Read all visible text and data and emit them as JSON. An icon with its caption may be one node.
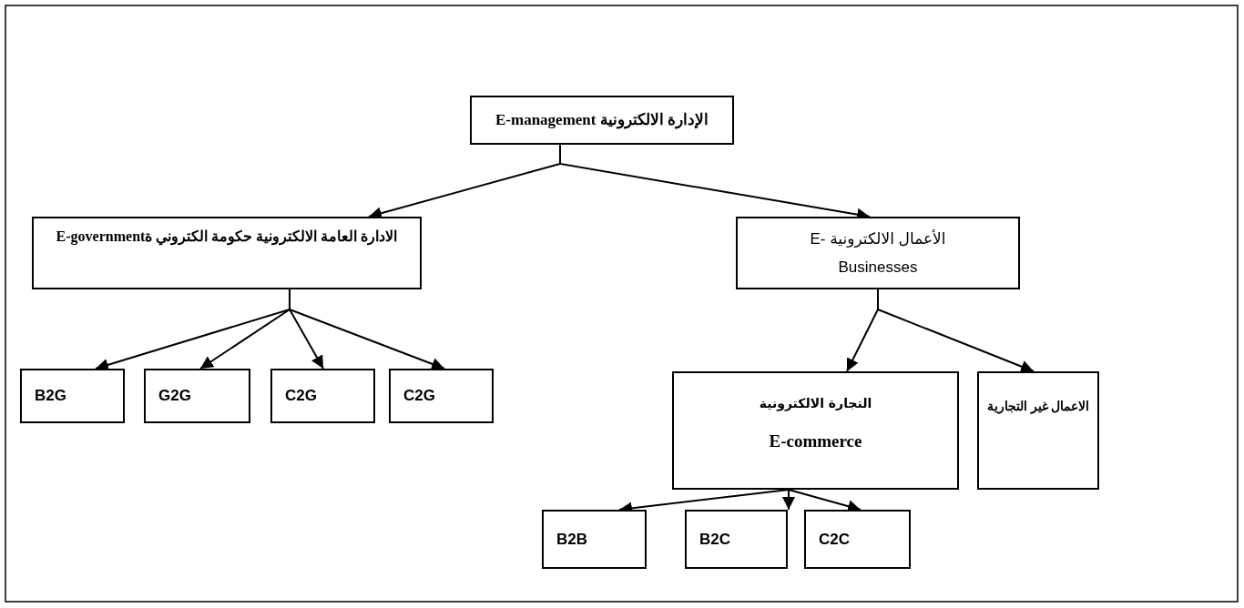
{
  "diagram": {
    "nodes": [
      {
        "text": [
          "الإدارة الالكترونية E-management"
        ]
      },
      {
        "text": [
          "الادارة العامة الالكترونية  حكومة الكتروني ةE-government"
        ]
      },
      {
        "text": [
          "الأعمال الالكترونية -E Businesses"
        ]
      },
      {
        "text": [
          "B2G"
        ]
      },
      {
        "text": [
          "G2G"
        ]
      },
      {
        "text": [
          "C2G"
        ]
      },
      {
        "text": [
          "C2G"
        ]
      },
      {
        "text": [
          "التجارة الالكترونية",
          "E-commerce"
        ]
      },
      {
        "text": [
          "الاعمال غير التجارية"
        ]
      },
      {
        "text": [
          "B2B"
        ]
      },
      {
        "text": [
          "B2C"
        ]
      },
      {
        "text": [
          "C2C"
        ]
      }
    ],
    "edges": [
      {
        "from": 0,
        "to": 1,
        "arrow": "to"
      },
      {
        "from": 0,
        "to": 2,
        "arrow": "to"
      },
      {
        "from": 1,
        "to": 3,
        "arrow": "to"
      },
      {
        "from": 1,
        "to": 4,
        "arrow": "to"
      },
      {
        "from": 1,
        "to": 5,
        "arrow": "to"
      },
      {
        "from": 1,
        "to": 6,
        "arrow": "to"
      },
      {
        "from": 2,
        "to": 7,
        "arrow": "to"
      },
      {
        "from": 2,
        "to": 8,
        "arrow": "to"
      },
      {
        "from": 7,
        "to": 9,
        "arrow": "to"
      },
      {
        "from": 7,
        "to": 10,
        "arrow": "to"
      },
      {
        "from": 7,
        "to": 11,
        "arrow": "to"
      }
    ]
  }
}
